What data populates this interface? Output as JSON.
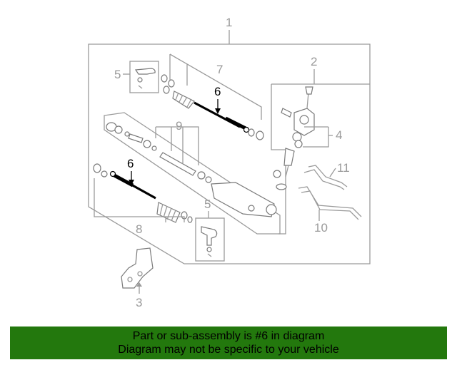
{
  "callouts": {
    "c1": "1",
    "c2": "2",
    "c3": "3",
    "c4": "4",
    "c5a": "5",
    "c5b": "5",
    "c6a": "6",
    "c6b": "6",
    "c7": "7",
    "c8": "8",
    "c9": "9",
    "c10": "10",
    "c11": "11"
  },
  "banner": {
    "line1": "Part or sub-assembly is #6 in diagram",
    "line2": "Diagram may not be specific to your vehicle"
  },
  "colors": {
    "banner_bg": "#23780d",
    "callout_gray": "#9a9a9a",
    "highlight": "#000000"
  }
}
